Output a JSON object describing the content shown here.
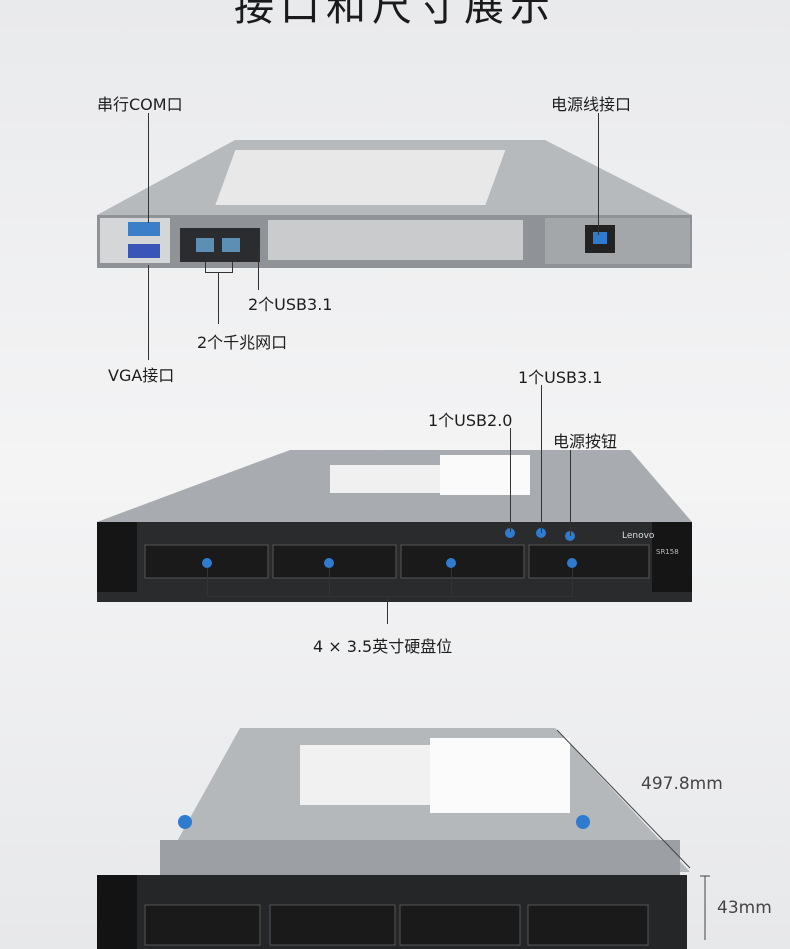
{
  "title": "接口和尺寸展示",
  "rear": {
    "com": "串行COM口",
    "power": "电源线接口",
    "usb": "2个USB3.1",
    "lan": "2个千兆网口",
    "vga": "VGA接口"
  },
  "front": {
    "usb31": "1个USB3.1",
    "usb20": "1个USB2.0",
    "power_button": "电源按钮",
    "bays": "4 × 3.5英寸硬盘位",
    "brand": "Lenovo",
    "model": "SR158"
  },
  "dims": {
    "depth": "497.8mm",
    "height": "43mm"
  },
  "colors": {
    "port_blue": "#2e7bd0",
    "chassis": "#a9acb0",
    "bezel": "#1e1e1e"
  }
}
